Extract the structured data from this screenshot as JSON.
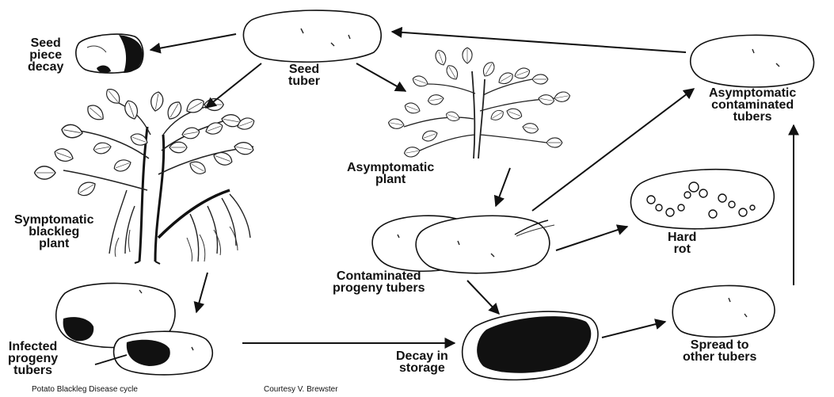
{
  "diagram": {
    "labels": {
      "seed_piece_decay": [
        "Seed",
        "piece",
        "decay"
      ],
      "seed_tuber": [
        "Seed",
        "tuber"
      ],
      "asymptomatic_contaminated_tubers": [
        "Asymptomatic",
        "contaminated",
        "tubers"
      ],
      "symptomatic_blackleg_plant": [
        "Symptomatic",
        "blackleg",
        "plant"
      ],
      "asymptomatic_plant": [
        "Asymptomatic",
        "plant"
      ],
      "hard_rot": [
        "Hard",
        "rot"
      ],
      "contaminated_progeny_tubers": [
        "Contaminated",
        "progeny tubers"
      ],
      "infected_progeny_tubers": [
        "Infected",
        "progeny",
        "tubers"
      ],
      "decay_in_storage": [
        "Decay in",
        "storage"
      ],
      "spread_to_other_tubers": [
        "Spread to",
        "other tubers"
      ]
    },
    "footer": {
      "caption": "Potato Blackleg Disease cycle",
      "credit": "Courtesy V. Brewster"
    }
  }
}
